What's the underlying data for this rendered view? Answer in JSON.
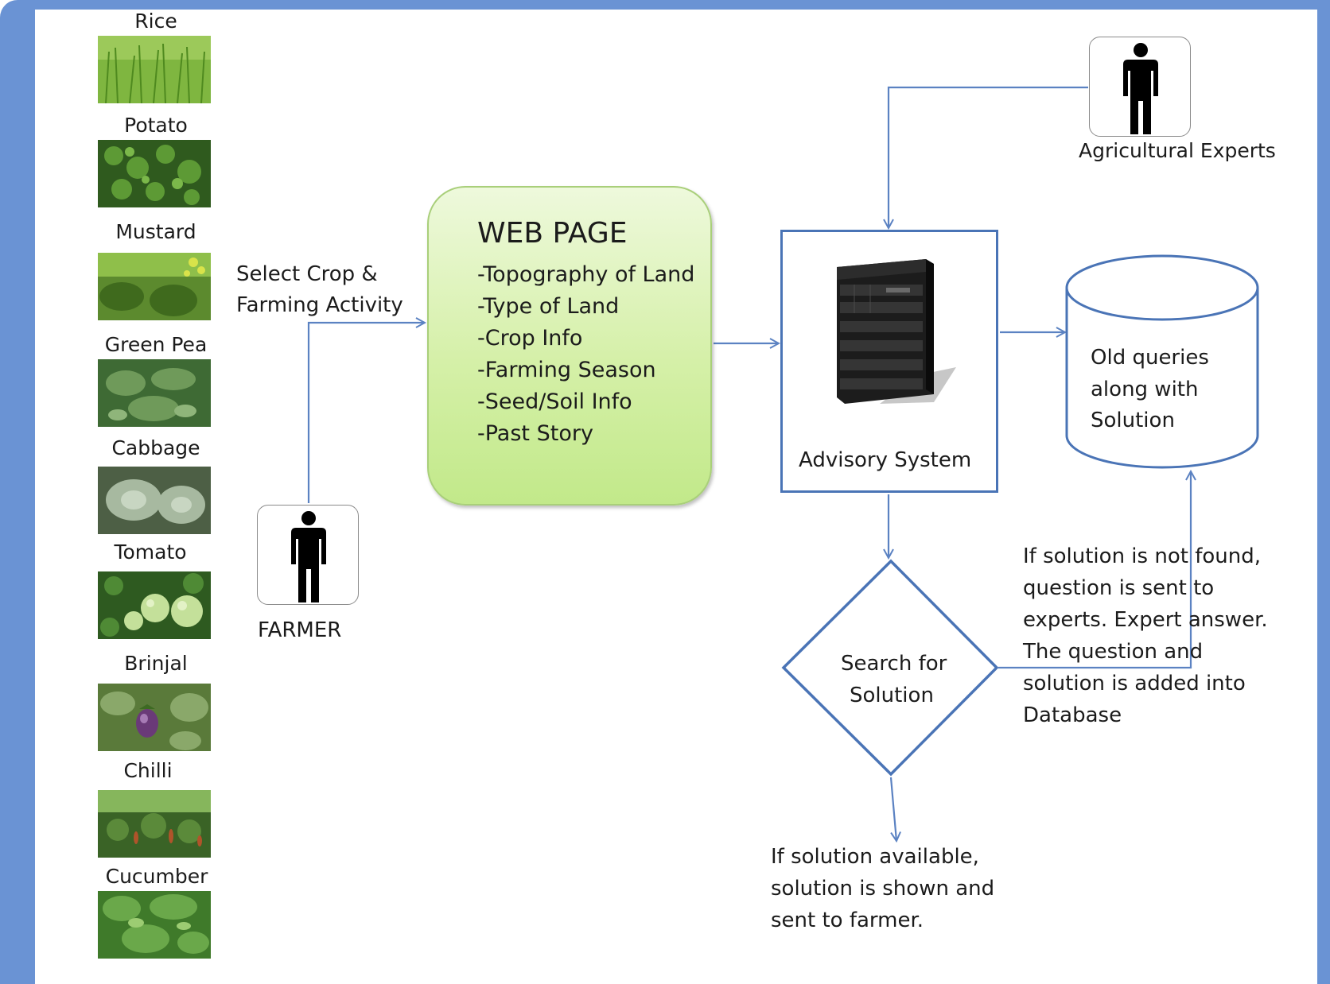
{
  "crops": [
    {
      "label": "Rice"
    },
    {
      "label": "Potato"
    },
    {
      "label": "Mustard"
    },
    {
      "label": "Green Pea"
    },
    {
      "label": "Cabbage"
    },
    {
      "label": "Tomato"
    },
    {
      "label": "Brinjal"
    },
    {
      "label": "Chilli"
    },
    {
      "label": "Cucumber"
    }
  ],
  "farmer": {
    "label": "FARMER",
    "icon": "person-icon"
  },
  "select_label": {
    "line1": "Select Crop  &",
    "line2": "Farming Activity"
  },
  "webpage": {
    "title": "WEB PAGE",
    "items": [
      "-Topography of Land",
      "-Type of Land",
      "-Crop Info",
      "-Farming Season",
      "-Seed/Soil Info",
      "-Past Story"
    ]
  },
  "advisory": {
    "label": "Advisory System",
    "icon": "server-icon"
  },
  "experts": {
    "label": "Agricultural Experts",
    "icon": "person-icon"
  },
  "database": {
    "line1": "Old queries",
    "line2": "along with",
    "line3": "Solution"
  },
  "decision": {
    "line1": "Search for",
    "line2": "Solution"
  },
  "not_found_note": {
    "l1": "If solution  is not  found,",
    "l2": "question is sent to",
    "l3": "experts.  Expert  answer.",
    "l4": "The question      and",
    "l5": "solution is added into",
    "l6": "Database"
  },
  "available_note": {
    "l1": "If solution  available,",
    "l2": "solution is shown and",
    "l3": "sent to farmer."
  },
  "colors": {
    "frame": "#6a93d4",
    "connector": "#5b82c2",
    "webpage_fill": "#d5f0a8",
    "outline": "#4a74b6"
  }
}
